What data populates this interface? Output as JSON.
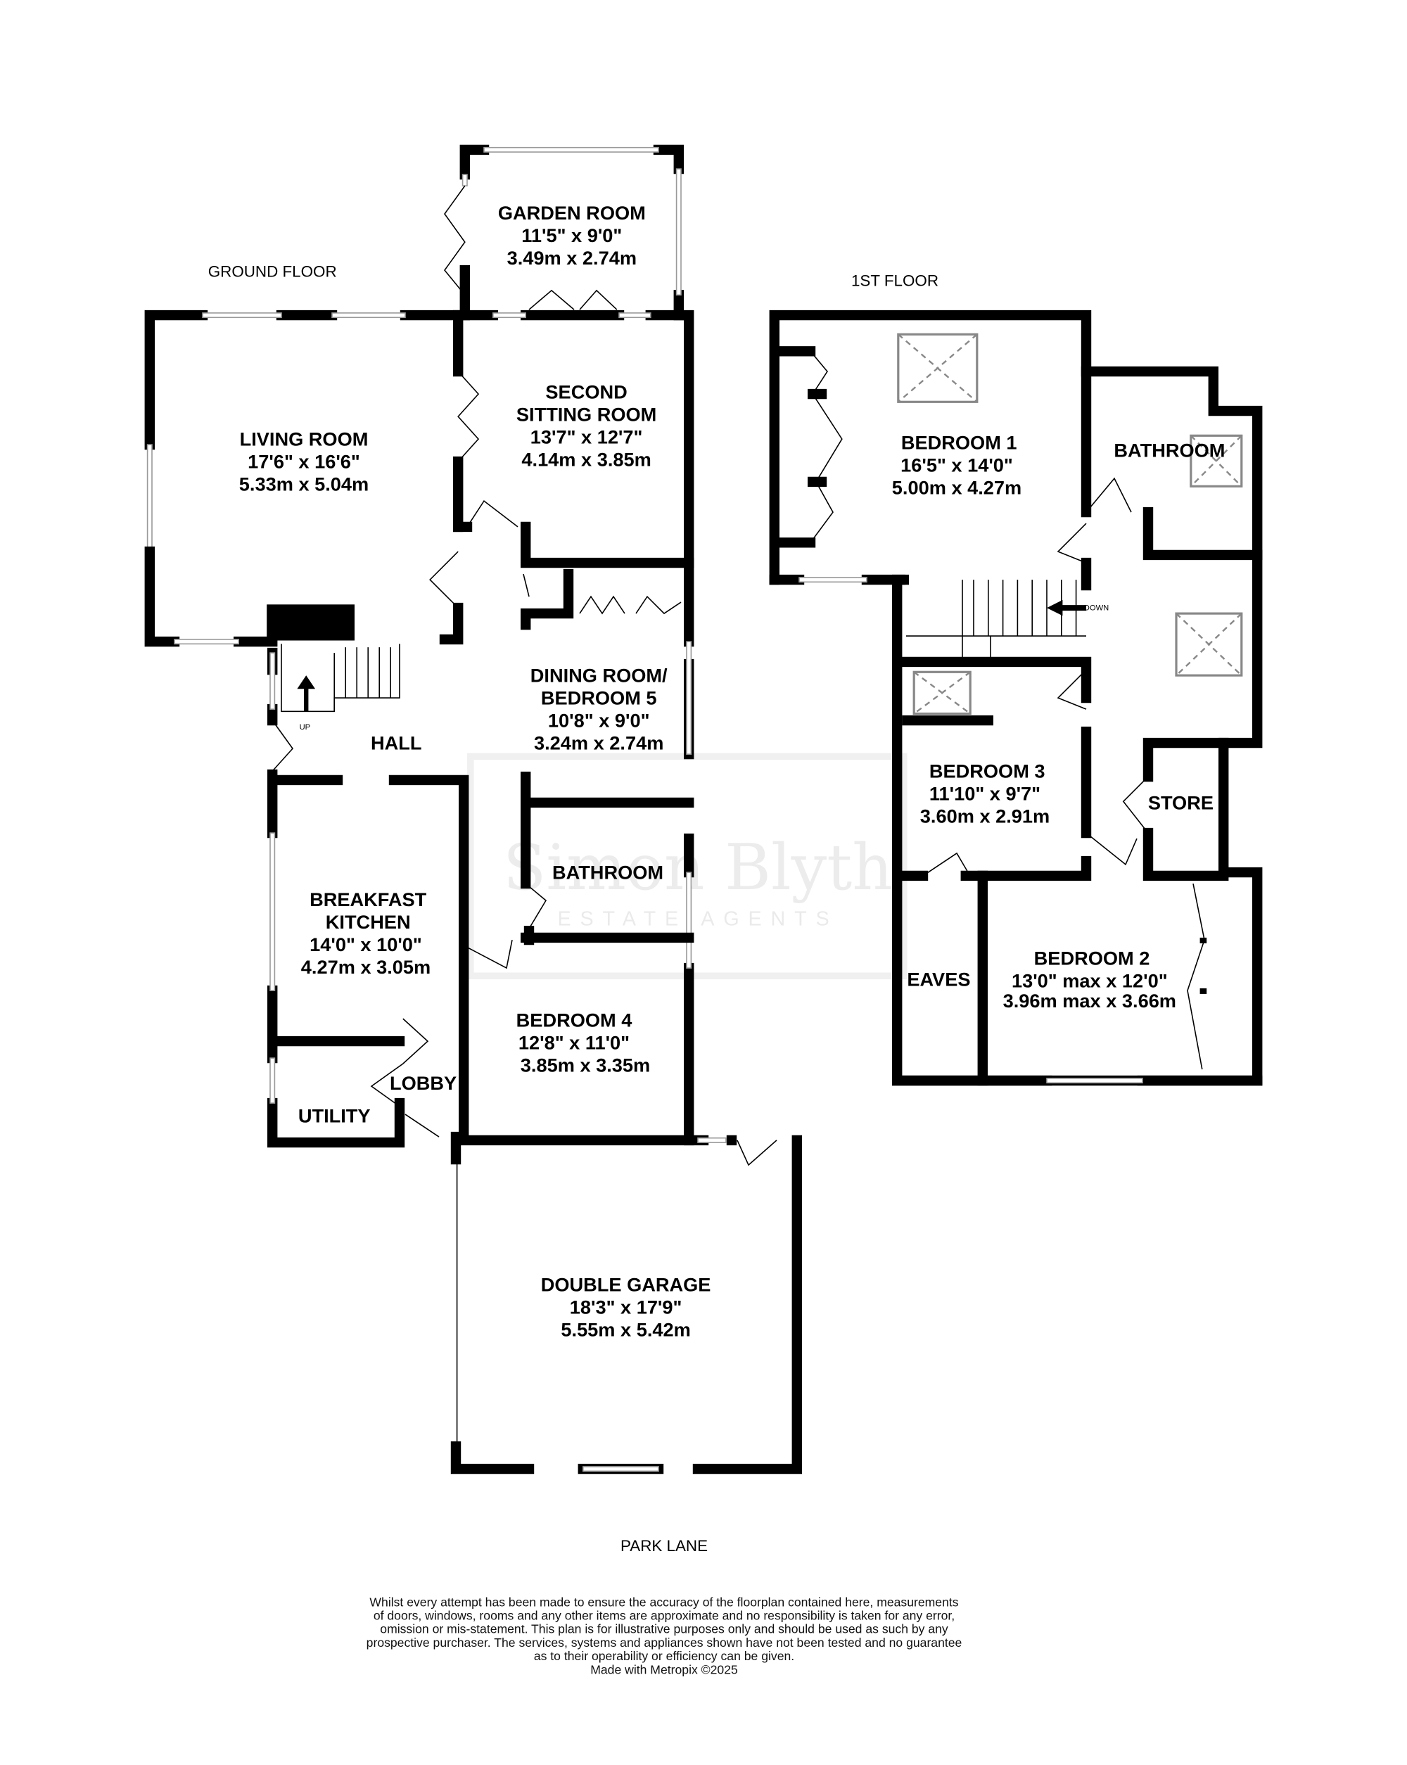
{
  "floors": {
    "ground": "GROUND FLOOR",
    "first": "1ST FLOOR"
  },
  "rooms": {
    "garden_room": {
      "name": "GARDEN ROOM",
      "imperial": "11'5\"  x 9'0\"",
      "metric": "3.49m  x 2.74m"
    },
    "living_room": {
      "name": "LIVING ROOM",
      "imperial": "17'6\"  x 16'6\"",
      "metric": "5.33m  x 5.04m"
    },
    "second_sitting": {
      "name1": "SECOND",
      "name2": "SITTING ROOM",
      "imperial": "13'7\"  x 12'7\"",
      "metric": "4.14m  x 3.85m"
    },
    "dining": {
      "name1": "DINING ROOM/",
      "name2": "BEDROOM 5",
      "imperial": "10'8\"  x 9'0\"",
      "metric": "3.24m  x 2.74m"
    },
    "hall": {
      "name": "HALL"
    },
    "bathroom_gf": {
      "name": "BATHROOM"
    },
    "breakfast_kitchen": {
      "name1": "BREAKFAST",
      "name2": "KITCHEN",
      "imperial": "14'0\"  x 10'0\"",
      "metric": "4.27m  x 3.05m"
    },
    "bedroom4": {
      "name": "BEDROOM 4",
      "imperial": "12'8\"  x 11'0\"",
      "metric": "3.85m  x 3.35m"
    },
    "utility": {
      "name": "UTILITY"
    },
    "lobby": {
      "name": "LOBBY"
    },
    "garage": {
      "name": "DOUBLE GARAGE",
      "imperial": "18'3\"  x 17'9\"",
      "metric": "5.55m  x 5.42m"
    },
    "bedroom1": {
      "name": "BEDROOM 1",
      "imperial": "16'5\"  x 14'0\"",
      "metric": "5.00m  x 4.27m"
    },
    "bathroom_ff": {
      "name": "BATHROOM"
    },
    "bedroom3": {
      "name": "BEDROOM 3",
      "imperial": "11'10\"  x 9'7\"",
      "metric": "3.60m  x 2.91m"
    },
    "store": {
      "name": "STORE"
    },
    "eaves": {
      "name": "EAVES"
    },
    "bedroom2": {
      "name": "BEDROOM 2",
      "imperial": "13'0\" max x 12'0\"",
      "metric": "3.96m max x 3.66m"
    }
  },
  "stairs": {
    "up": "UP",
    "down": "DOWN"
  },
  "street": "PARK LANE",
  "watermark": {
    "line1": "Simon Blyth",
    "line2": "ESTATE AGENTS"
  },
  "disclaimer": [
    "Whilst every attempt has been made to ensure the accuracy of the floorplan contained here, measurements",
    "of doors, windows, rooms and any other items are approximate and no responsibility is taken for any error,",
    "omission or mis-statement. This plan is for illustrative purposes only and should be used as such by any",
    "prospective purchaser. The services, systems and appliances shown have not been tested and no guarantee",
    "as to their operability or efficiency can be given.",
    "Made with Metropix ©2025"
  ]
}
